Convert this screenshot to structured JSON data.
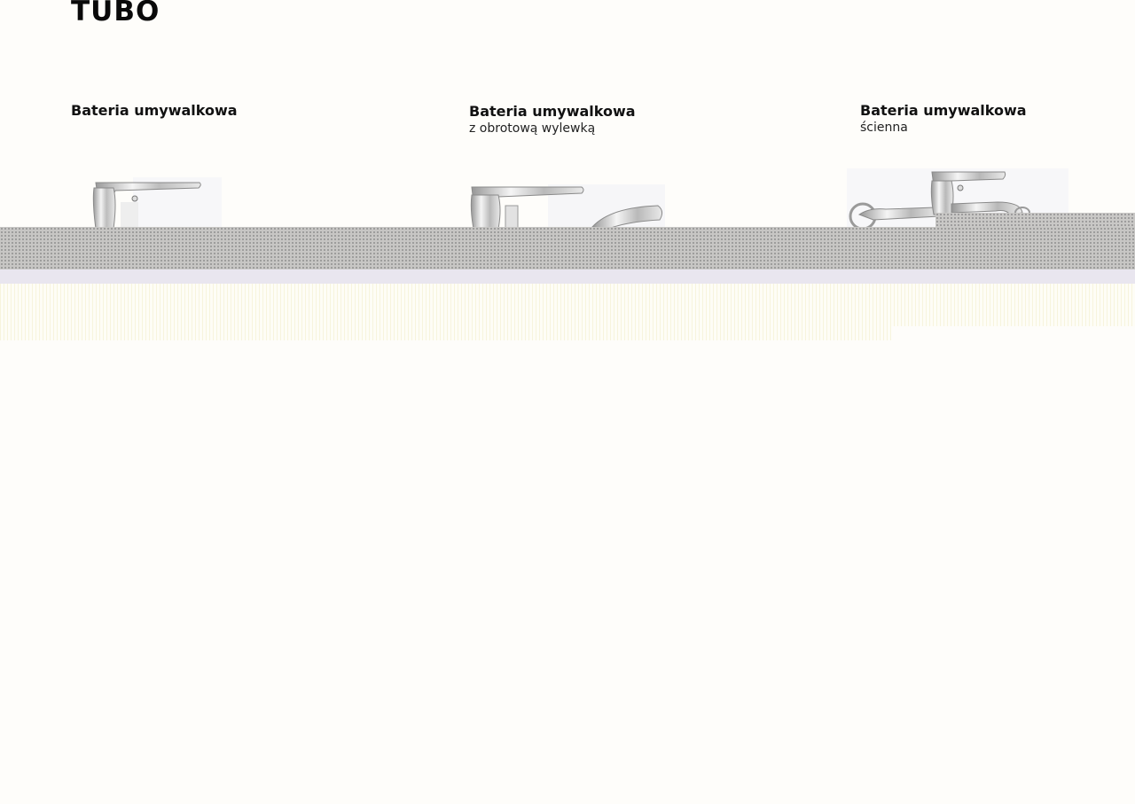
{
  "brand": {
    "name": "TUBO"
  },
  "products": [
    {
      "title": "Bateria umywalkowa",
      "subtitle": "",
      "image_icon": "washbasin-mixer-icon"
    },
    {
      "title": "Bateria umywalkowa",
      "subtitle": "z obrotową wylewką",
      "image_icon": "swivel-spout-mixer-icon"
    },
    {
      "title": "Bateria umywalkowa",
      "subtitle": "ścienna",
      "image_icon": "wall-mounted-mixer-icon"
    }
  ],
  "colors": {
    "page_background": "#fefdfa",
    "chrome": "#d9d9d9",
    "artifact_band": "#c7c6c4"
  }
}
